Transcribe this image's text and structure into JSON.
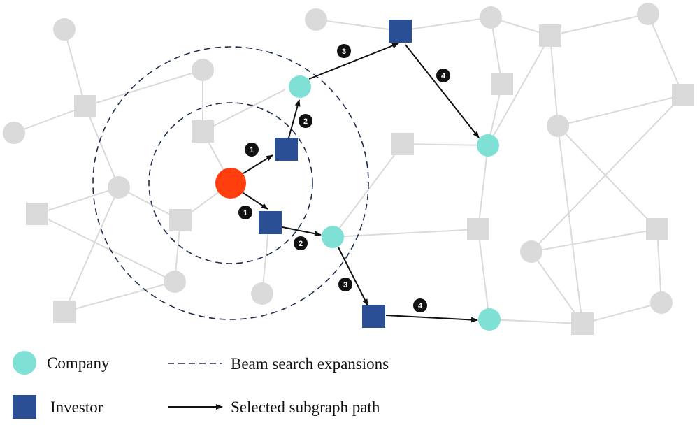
{
  "colors": {
    "background_node": "#dadada",
    "background_edge": "#dadada",
    "seed": "#ff3d0d",
    "company": "#7fe0d6",
    "investor": "#2b4f95",
    "ring": "#1f2d4d",
    "path": "#111111",
    "badge": "#111111"
  },
  "legend": {
    "company_label": "Company",
    "investor_label": "Investor",
    "beam_label": "Beam search expansions",
    "path_label": "Selected subgraph path"
  },
  "path_steps": [
    {
      "step": "1"
    },
    {
      "step": "1"
    },
    {
      "step": "2"
    },
    {
      "step": "2"
    },
    {
      "step": "3"
    },
    {
      "step": "3"
    },
    {
      "step": "4"
    },
    {
      "step": "4"
    }
  ]
}
